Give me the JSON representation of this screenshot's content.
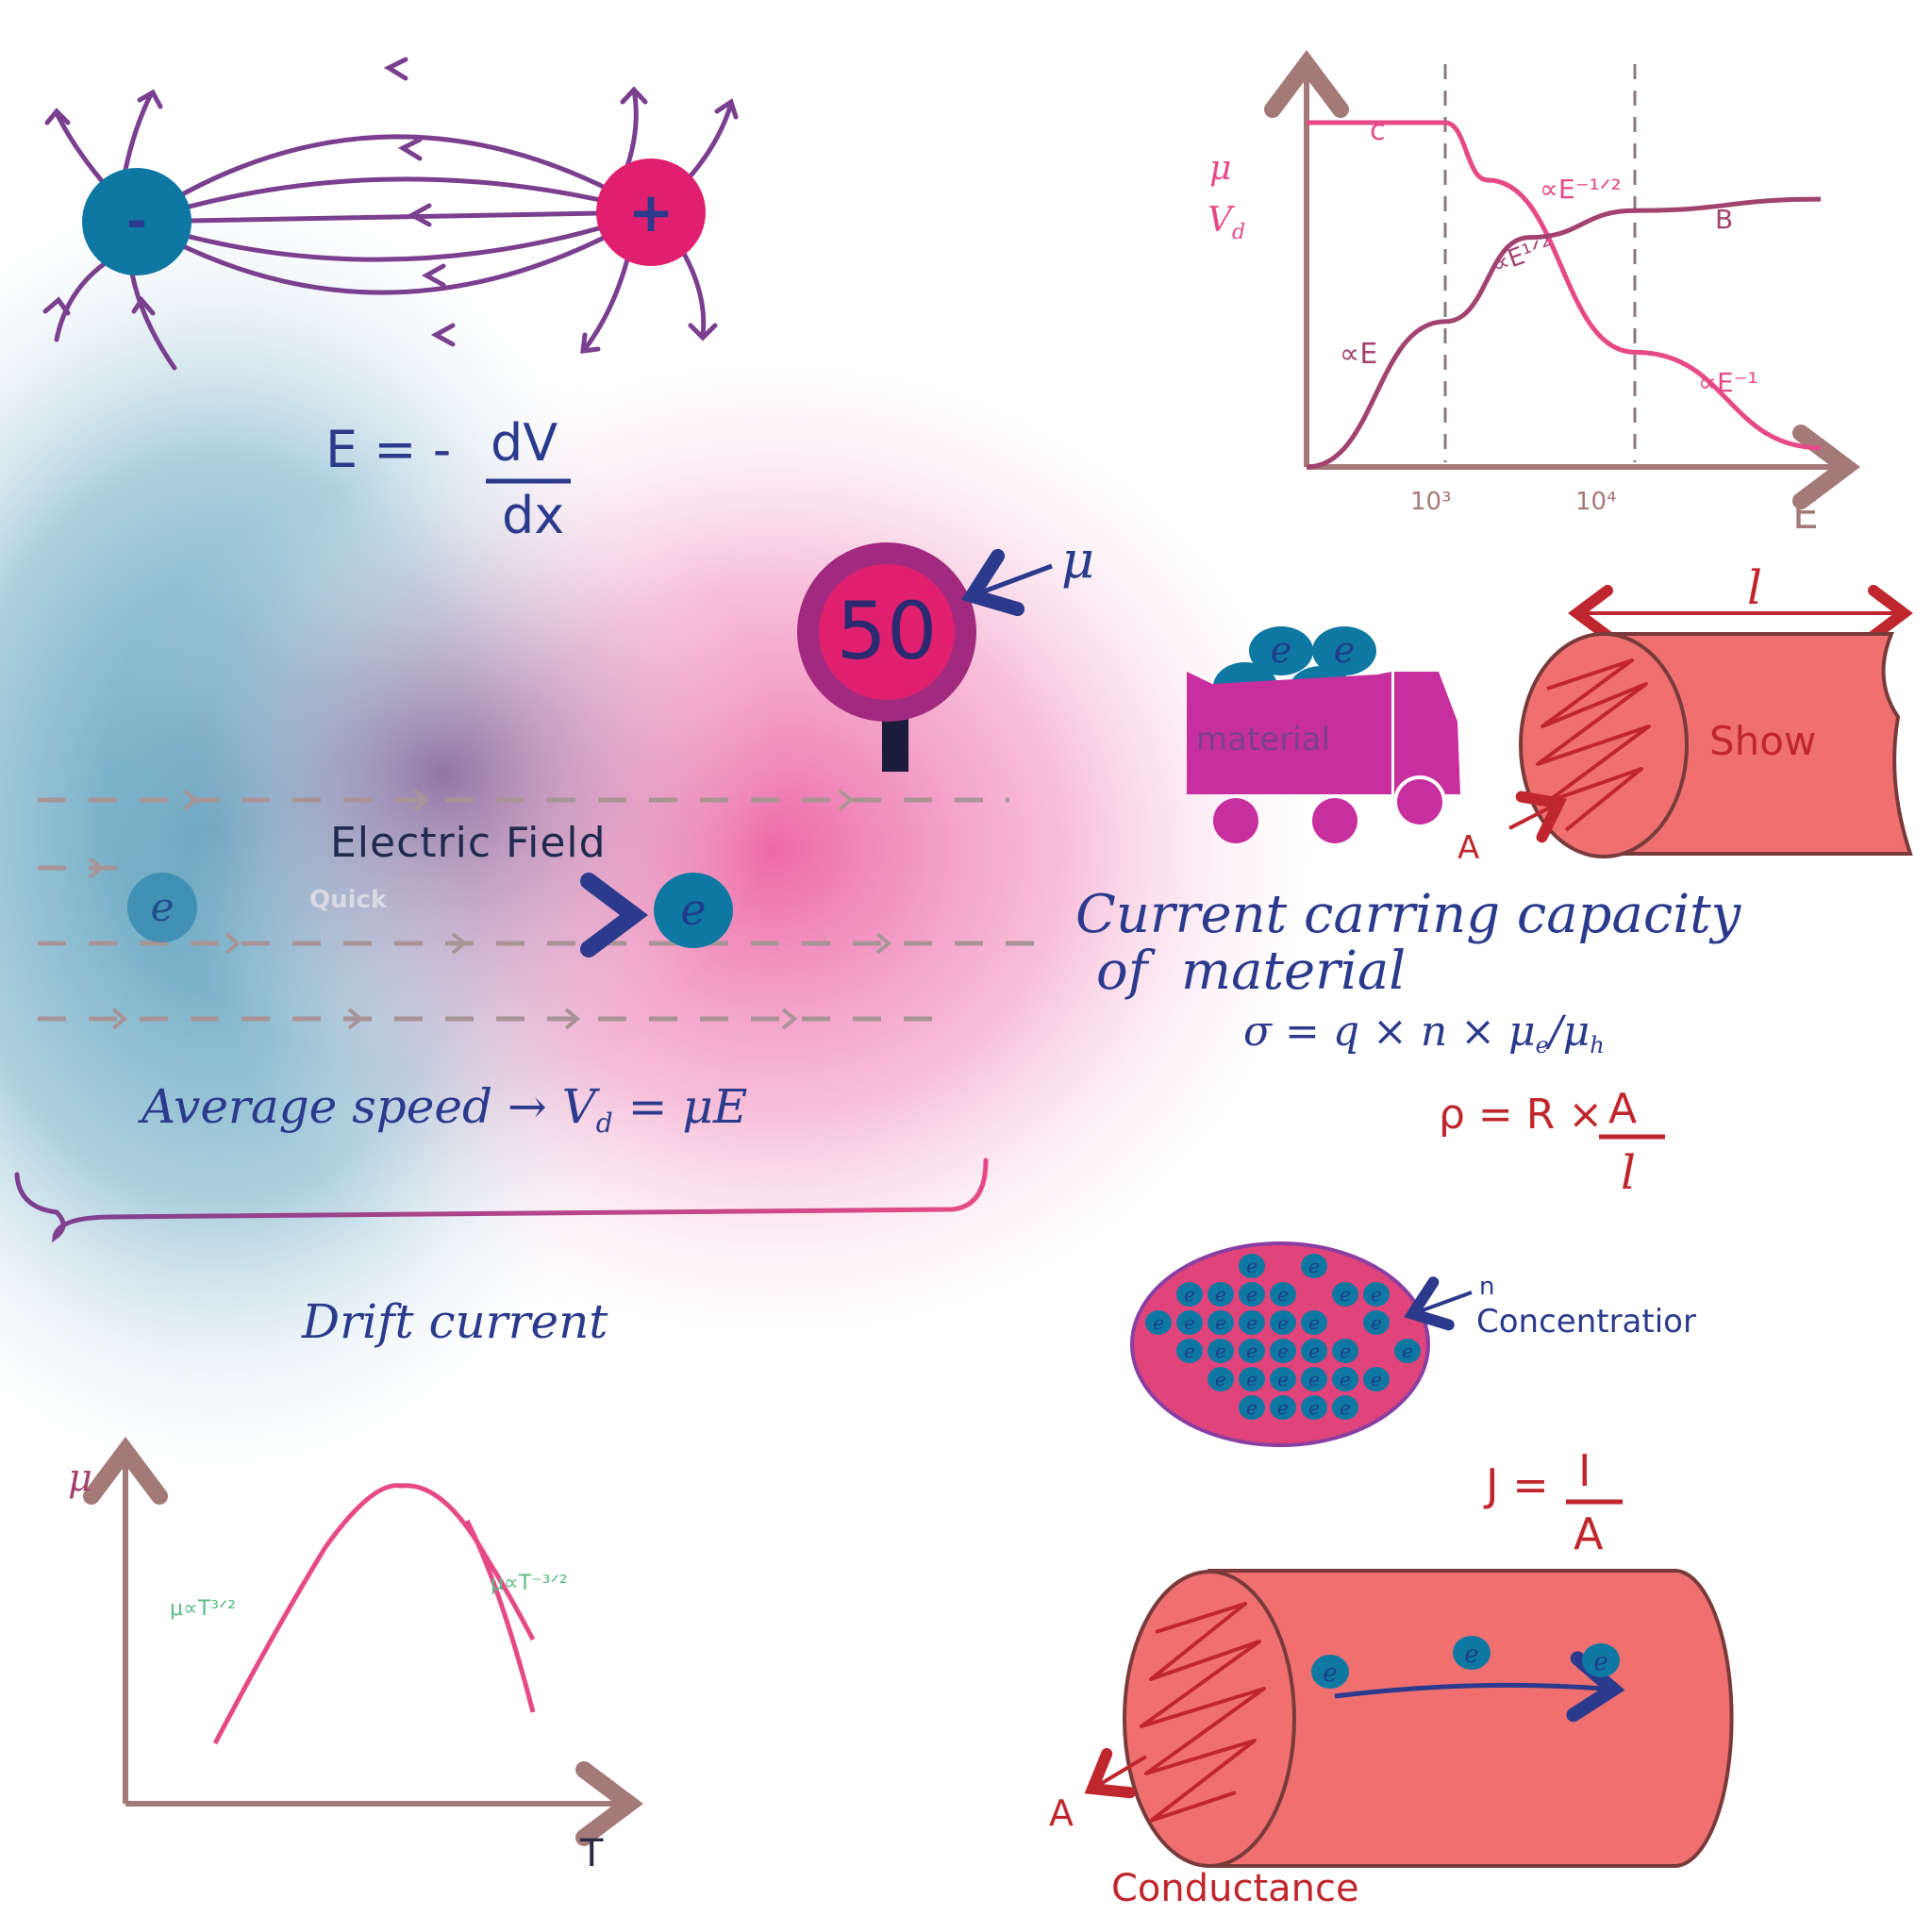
{
  "colors": {
    "ink_blue": "#2b3a8c",
    "ink_purple": "#7a3f8f",
    "ink_pink": "#e64a86",
    "ink_red": "#c0262d",
    "ink_brown": "#a47a78",
    "ink_green": "#5dbb84",
    "cyl_fill": "#f07070",
    "teal": "#0e78a3",
    "magenta": "#e0206e",
    "truck": "#c72f9e"
  },
  "dipole": {
    "negative_label": "-",
    "positive_label": "+",
    "equation": {
      "lhs": "E = -",
      "numerator": "dV",
      "denominator": "dx"
    }
  },
  "speed_sign": {
    "value": "50",
    "pointer_label": "μ"
  },
  "drift": {
    "field_label": "Electric Field",
    "electron_label": "e",
    "quick_label": "Quick",
    "average_speed": "Average speed → V",
    "average_speed_sub": "d",
    "average_speed_rhs": " = μE",
    "title": "Drift current"
  },
  "mobility_field_chart": {
    "y_label_1": "μ",
    "y_label_2": "V",
    "y_label_2_sub": "d",
    "x_label": "E",
    "x_ticks": [
      "10³",
      "10⁴"
    ],
    "curve_c_label": "c",
    "curve_b_label": "B",
    "annotations": [
      "∝E⁻¹ᐟ²",
      "∝E¹ᐟ²",
      "∝E",
      "∝E⁻¹"
    ]
  },
  "chart_data": {
    "type": "line",
    "title": "",
    "xlabel": "E",
    "ylabel": "μ / V_d",
    "x_ticks": [
      "10³",
      "10⁴"
    ],
    "series": [
      {
        "name": "c",
        "points": [
          [
            0,
            0.9
          ],
          [
            1000,
            0.9
          ],
          [
            3000,
            0.75
          ],
          [
            10000,
            0.3
          ],
          [
            30000,
            0.05
          ]
        ]
      },
      {
        "name": "B",
        "points": [
          [
            0,
            0
          ],
          [
            1000,
            0.38
          ],
          [
            5000,
            0.6
          ],
          [
            10000,
            0.67
          ],
          [
            30000,
            0.7
          ]
        ]
      }
    ]
  },
  "mobility_temp_chart": {
    "y_label": "μ",
    "x_label": "T",
    "left_note": "μ∝T³ᐟ²",
    "right_note": "μ∝T⁻³ᐟ²"
  },
  "truck": {
    "cargo_label": "material",
    "electron_label": "e"
  },
  "wire_top": {
    "length_label": "l",
    "side_label": "Show",
    "area_label": "A"
  },
  "capacity": {
    "line1": "Current carring capacity",
    "line2": "of  material",
    "sigma": "σ = q × n × μ",
    "sigma_sub": "e",
    "sigma_tail": "/μ",
    "sigma_tail_sub": "h",
    "rho_lhs": "ρ = R ×",
    "rho_num": "A",
    "rho_den": "l"
  },
  "concentration": {
    "symbol": "n",
    "label": "Concentratior",
    "electron_label": "e"
  },
  "current_density": {
    "lhs": "J =",
    "num": "I",
    "den": "A"
  },
  "wire_bottom": {
    "area_label": "A",
    "electron_label": "e",
    "title": "Conductance"
  }
}
